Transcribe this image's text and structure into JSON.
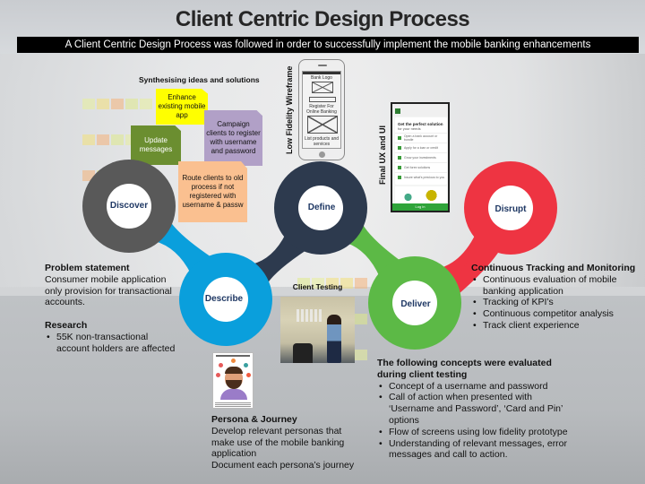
{
  "title": "Client Centric Design Process",
  "banner": "A Client Centric Design Process was followed in order to successfully implement the mobile banking enhancements",
  "synthesis": {
    "heading": "Synthesising ideas and solutions",
    "notes": [
      {
        "text": "Enhance existing mobile app",
        "color": "#ffff00"
      },
      {
        "text": "Campaign clients to register with username and password",
        "color": "#b1a0c7"
      },
      {
        "text": "Update messages",
        "color": "#6b8e30"
      },
      {
        "text": "Route clients to old process if not registered with username & passw",
        "color": "#fac090"
      }
    ]
  },
  "stages": [
    {
      "label": "Discover",
      "color": "#595959"
    },
    {
      "label": "Describe",
      "color": "#0a9fdc"
    },
    {
      "label": "Define",
      "color": "#2d3a4e"
    },
    {
      "label": "Deliver",
      "color": "#5cb946"
    },
    {
      "label": "Disrupt",
      "color": "#ee3442"
    }
  ],
  "stage_label_color": "#1f3864",
  "wireframe": {
    "caption": "Low Fidelity Wireframe",
    "bank_logo": "Bank Logo",
    "register": "Register For Online Banking",
    "list": "List products and services"
  },
  "final_ui": {
    "caption": "Final UX and UI",
    "heading": "Get the perfect solution",
    "subheading": "for your needs",
    "rows": [
      "Open a bank account or bundle",
      "Apply for a loan or credit",
      "Grow your investments",
      "Get forex solutions",
      "Insure what's precious to you"
    ],
    "login": "Log in"
  },
  "client_testing": {
    "caption": "Client Testing"
  },
  "problem": {
    "heading": "Problem statement",
    "text": "Consumer mobile  application only provision for transactional accounts.",
    "research_heading": "Research",
    "research_items": [
      "55K non-transactional account holders are affected"
    ]
  },
  "persona": {
    "heading": "Persona & Journey",
    "lines": [
      "Develop relevant personas that make use of the mobile banking application",
      "Document each persona’s journey"
    ]
  },
  "evaluated": {
    "heading": "The following concepts were evaluated during client testing",
    "items": [
      "Concept of a username and password",
      "Call of action when presented with ‘Username and Password’, ‘Card and Pin’ options",
      "Flow of screens using low fidelity prototype",
      "Understanding of relevant messages, error messages and call to action."
    ]
  },
  "tracking": {
    "heading": "Continuous Tracking and Monitoring",
    "items": [
      "Continuous evaluation of mobile banking application",
      "Tracking of KPI’s",
      "Continuous competitor analysis",
      "Track client experience"
    ]
  }
}
